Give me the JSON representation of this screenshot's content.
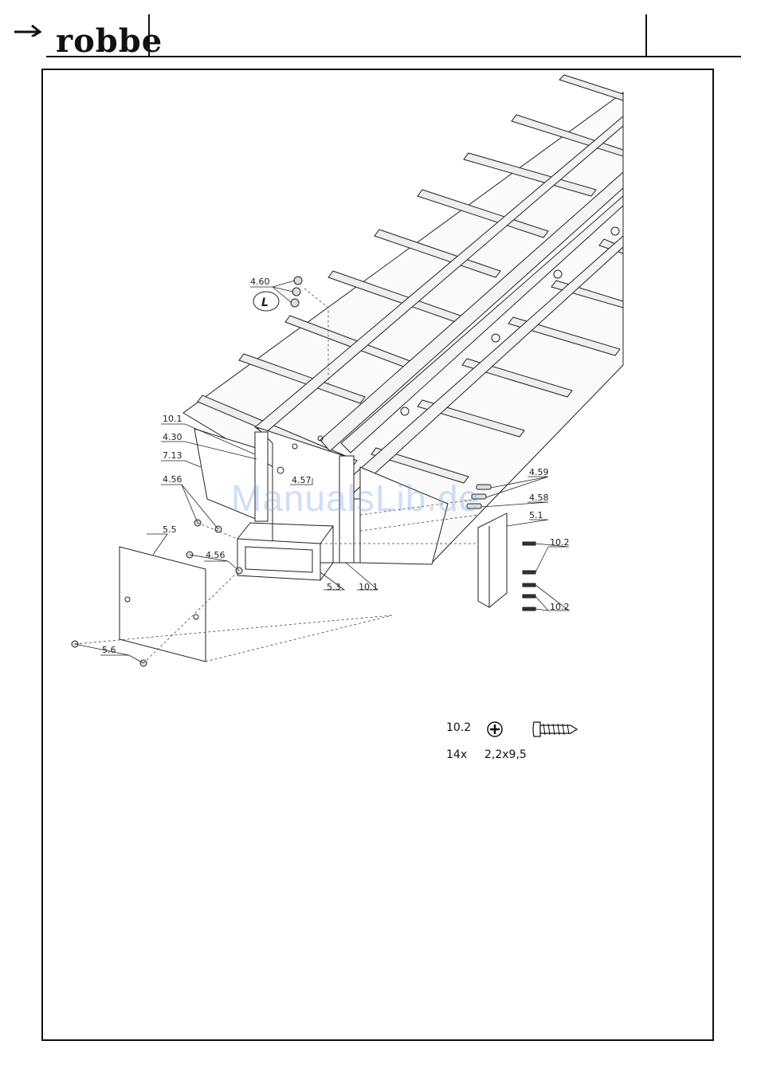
{
  "brand": {
    "logo_text": "robbe"
  },
  "watermark": "ManualsLib.de",
  "part_labels": {
    "p4_60": "4.60",
    "variant": "L",
    "p10_1_top": "10.1",
    "p4_30": "4.30",
    "p7_13": "7.13",
    "p4_56_a": "4.56",
    "p4_56_b": "4.56",
    "p5_5": "5.5",
    "p5_6": "5.6",
    "p4_57": "4.57",
    "p5_3": "5.3",
    "p10_1_bottom": "10.1",
    "p4_59": "4.59",
    "p4_58": "4.58",
    "p5_1": "5.1",
    "p10_2_a": "10.2",
    "p10_2_b": "10.2"
  },
  "screw_spec": {
    "code": "10.2",
    "count": "14x",
    "size": "2,2x9,5",
    "head_icon": "phillips-head-icon",
    "screw_icon": "self-tapping-screw-icon"
  }
}
